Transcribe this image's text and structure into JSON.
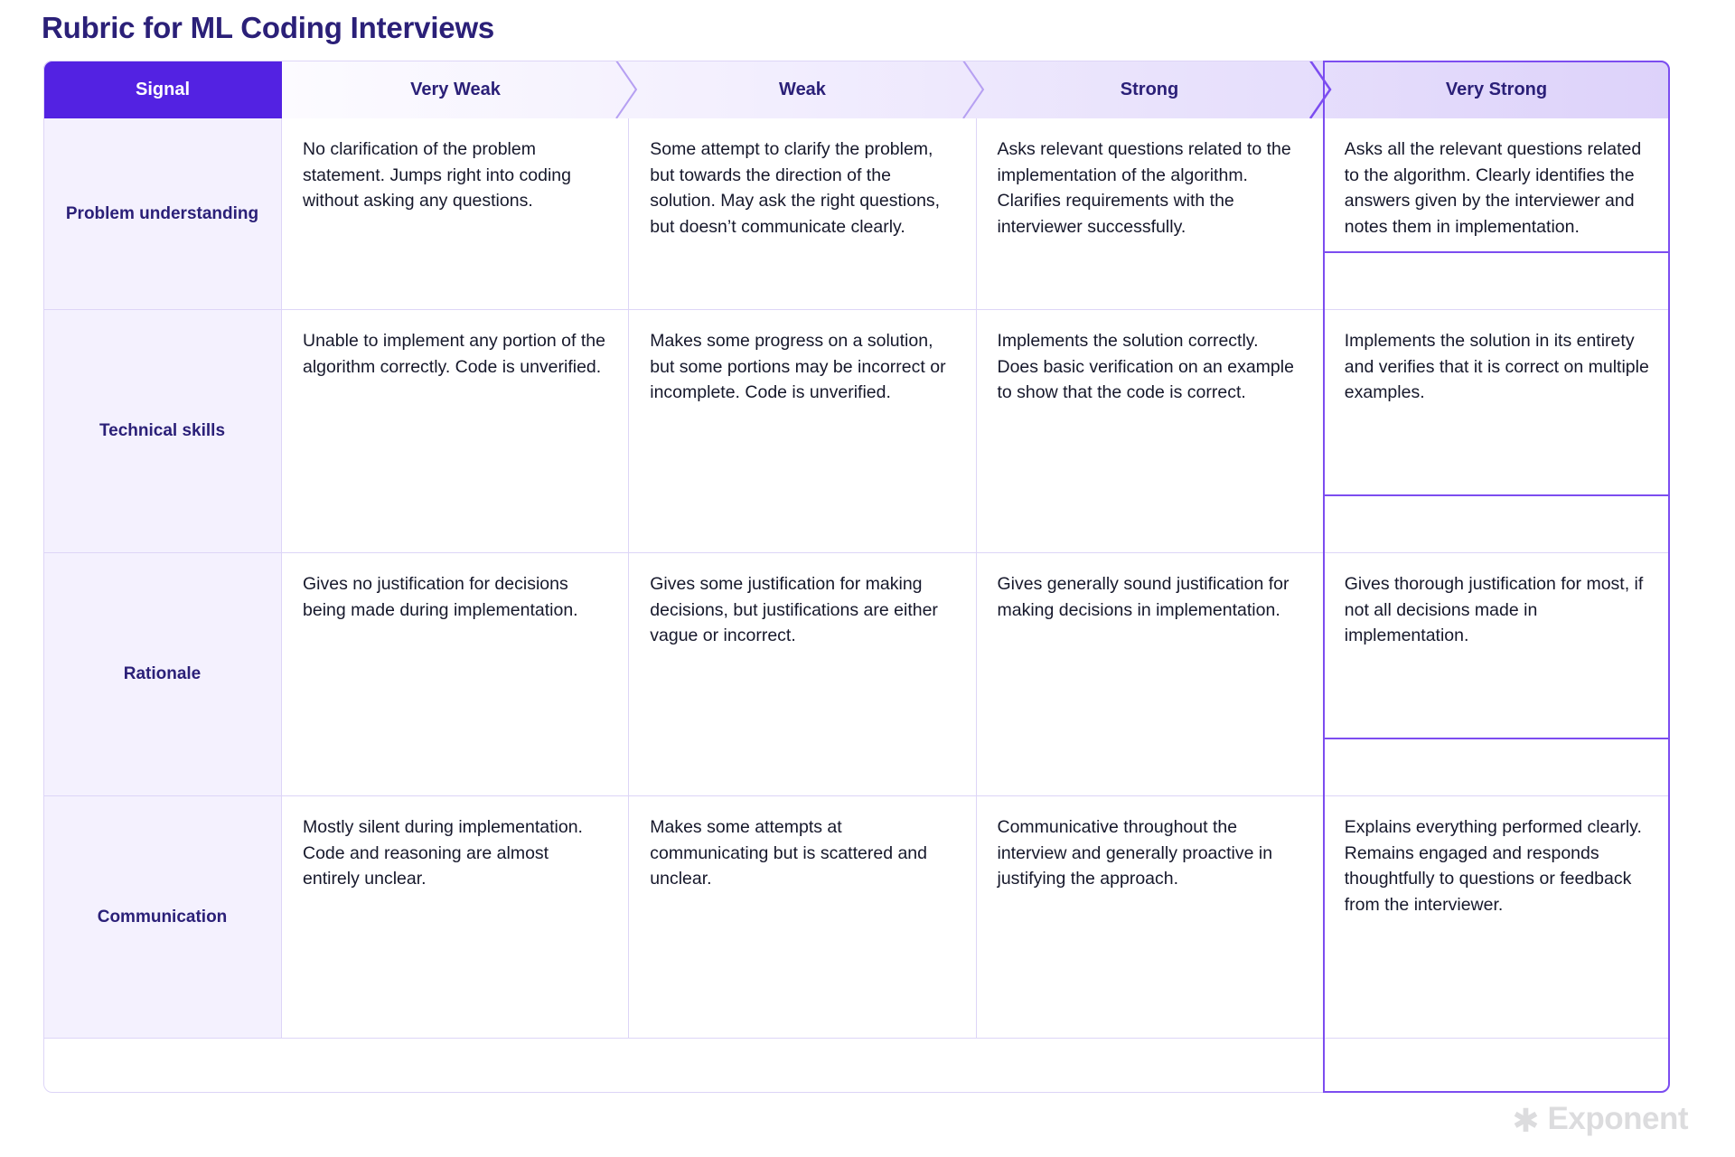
{
  "page_title": "Rubric for ML Coding Interviews",
  "colors": {
    "brand_purple": "#5322E2",
    "highlight_border": "#7C4DF0",
    "heading_text": "#2B2078",
    "signal_bg": "#F4F1FE",
    "grid_line": "#DDD5F7",
    "body_text": "#16182B",
    "logo_gray": "#DCDCDE"
  },
  "table": {
    "headers": [
      {
        "label": "Signal",
        "key": "signal",
        "highlighted": false
      },
      {
        "label": "Very Weak",
        "key": "very_weak",
        "highlighted": false
      },
      {
        "label": "Weak",
        "key": "weak",
        "highlighted": false
      },
      {
        "label": "Strong",
        "key": "strong",
        "highlighted": false
      },
      {
        "label": "Very Strong",
        "key": "very_strong",
        "highlighted": true
      }
    ],
    "rows": [
      {
        "signal": "Problem understanding",
        "very_weak": "No clarification of the problem statement. Jumps right into coding without asking any questions.",
        "weak": "Some attempt to clarify the problem, but towards the direction of the solution. May ask the right questions, but doesn’t communicate clearly.",
        "strong": "Asks relevant questions related to the implementation of the algorithm. Clarifies requirements with the interviewer successfully.",
        "very_strong": "Asks all the relevant questions related to the algorithm. Clearly identifies the answers given by the interviewer and notes them in implementation."
      },
      {
        "signal": "Technical skills",
        "very_weak": "Unable to implement any portion of the algorithm correctly. Code is unverified.",
        "weak": "Makes some progress on a solution, but some portions may be incorrect or incomplete. Code is unverified.",
        "strong": "Implements the solution correctly. Does basic verification on an example to show that the code is correct.",
        "very_strong": "Implements the solution in its entirety and verifies that it is correct on multiple examples."
      },
      {
        "signal": "Rationale",
        "very_weak": "Gives no justification for decisions being made during implementation.",
        "weak": "Gives some justification for making decisions, but justifications are either vague or incorrect.",
        "strong": "Gives generally sound justification for making decisions in implementation.",
        "very_strong": "Gives thorough justification for most, if not all decisions made in implementation."
      },
      {
        "signal": "Communication",
        "very_weak": "Mostly silent during implementation. Code and reasoning are almost entirely unclear.",
        "weak": "Makes some attempts at communicating but is scattered and unclear.",
        "strong": "Communicative throughout the interview and generally proactive in justifying the approach.",
        "very_strong": "Explains everything performed clearly. Remains engaged and responds thoughtfully to questions or feedback from the interviewer."
      }
    ]
  },
  "footer": {
    "logo_mark": "✱",
    "logo_text": "Exponent"
  }
}
